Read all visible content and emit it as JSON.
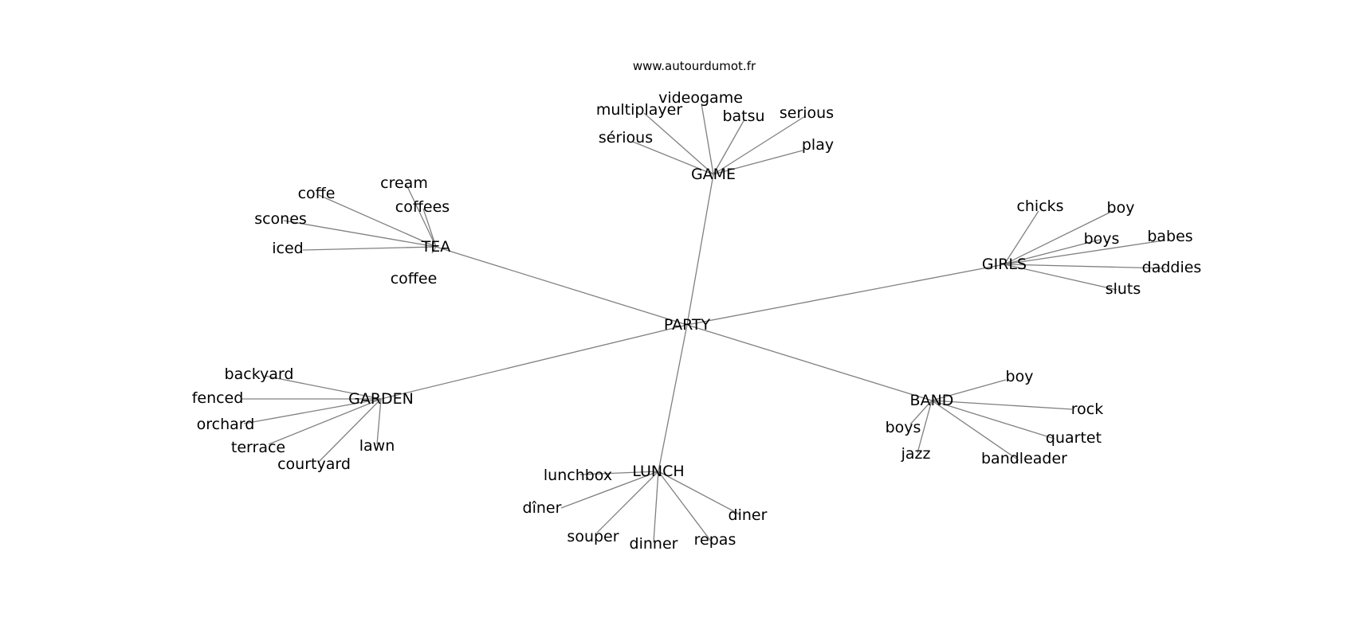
{
  "source_text": "www.autourdumot.fr",
  "root": "PARTY",
  "groups": [
    {
      "hub": "GAME",
      "words": [
        "videogame",
        "multiplayer",
        "batsu",
        "serious",
        "sérious",
        "play"
      ]
    },
    {
      "hub": "TEA",
      "words": [
        "cream",
        "coffe",
        "coffees",
        "scones",
        "iced",
        "coffee"
      ]
    },
    {
      "hub": "GIRLS",
      "words": [
        "chicks",
        "boy",
        "boys",
        "babes",
        "daddies",
        "sluts"
      ]
    },
    {
      "hub": "GARDEN",
      "words": [
        "backyard",
        "fenced",
        "orchard",
        "terrace",
        "courtyard",
        "lawn"
      ]
    },
    {
      "hub": "BAND",
      "words": [
        "boy",
        "rock",
        "boys",
        "quartet",
        "jazz",
        "bandleader"
      ]
    },
    {
      "hub": "LUNCH",
      "words": [
        "lunchbox",
        "dîner",
        "diner",
        "souper",
        "dinner",
        "repas"
      ]
    }
  ]
}
